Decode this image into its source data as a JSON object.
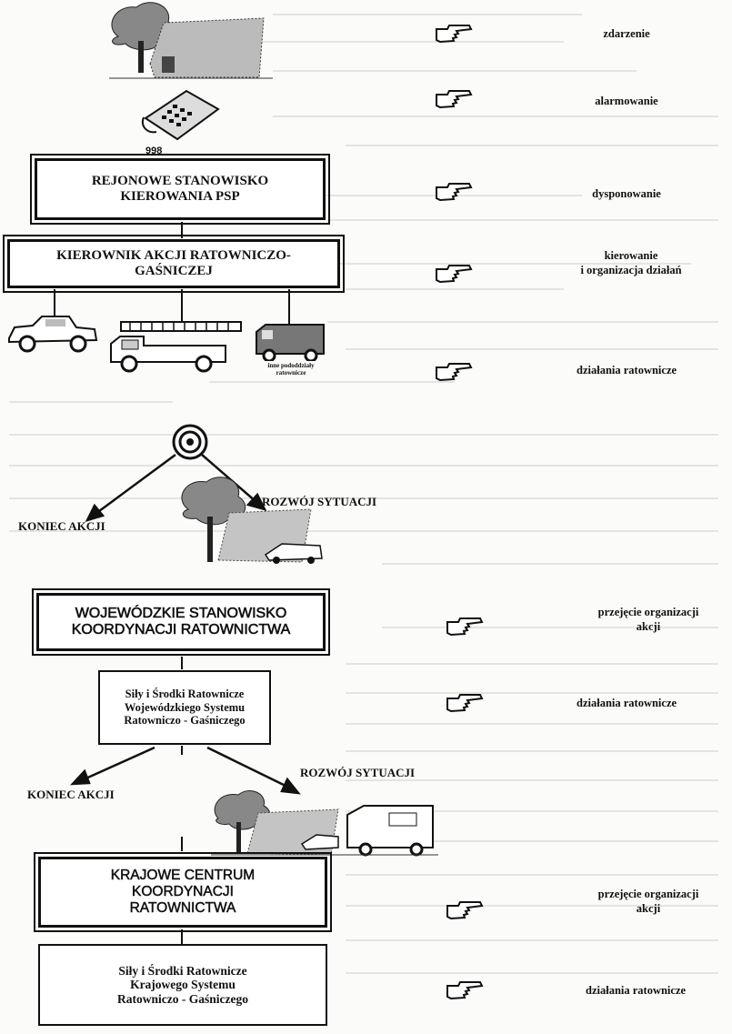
{
  "boxes": {
    "rejonowe": "REJONOWE STANOWISKO\nKIEROWANIA  PSP",
    "kierownik": "KIEROWNIK AKCJI RATOWNICZO-\nGAŚNICZEJ",
    "wojewodzkie": "WOJEWÓDZKIE STANOWISKO\nKOORDYNACJI RATOWNICTWA",
    "sily_woj": "Siły i Środki Ratownicze\nWojewódzkiego Systemu\nRatowniczo - Gaśniczego",
    "krajowe": "KRAJOWE CENTRUM\nKOORDYNACJI\nRATOWNICTWA",
    "sily_kraj": "Siły i Środki Ratownicze\nKrajowego Systemu\nRatowniczo - Gaśniczego"
  },
  "phone_number": "998",
  "vehicle_caption": "inne pododdziały\nratownicze",
  "branch_labels": {
    "koniec_1": "KONIEC AKCJI",
    "rozwoj_1": "ROZWÓJ SYTUACJI",
    "koniec_2": "KONIEC AKCJI",
    "rozwoj_2": "ROZWÓJ SYTUACJI"
  },
  "side_labels": [
    "zdarzenie",
    "alarmowanie",
    "dysponowanie",
    "kierowanie\ni organizacja działań",
    "działania ratownicze",
    "przejęcie organizacji\nakcji",
    "działania ratownicze",
    "przejęcie organizacji\nakcji",
    "działania ratownicze"
  ],
  "icons": [
    "pointing-hand-icon",
    "tree-icon",
    "telephone-icon",
    "car-icon",
    "ladder-truck-icon",
    "van-icon",
    "target-icon",
    "camper-icon"
  ]
}
